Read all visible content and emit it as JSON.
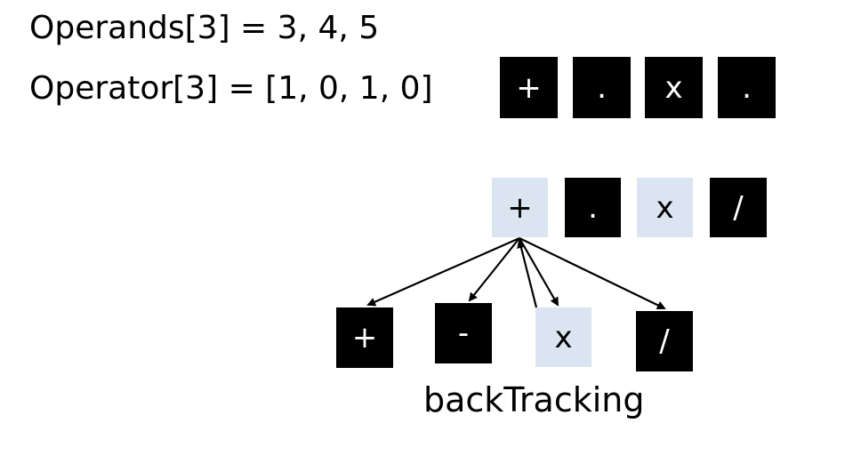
{
  "header": {
    "operands": "Operands[3] = 3, 4, 5",
    "operator": "Operator[3] = [1, 0, 1, 0]"
  },
  "top_row": [
    "+",
    ".",
    "x",
    "."
  ],
  "middle_row": [
    "+",
    ".",
    "x",
    "/"
  ],
  "bottom_row": [
    "+",
    "-",
    "x",
    "/"
  ],
  "label": "backTracking",
  "colors": {
    "dark_box": "#000000",
    "light_box": "#dbe5f1"
  }
}
